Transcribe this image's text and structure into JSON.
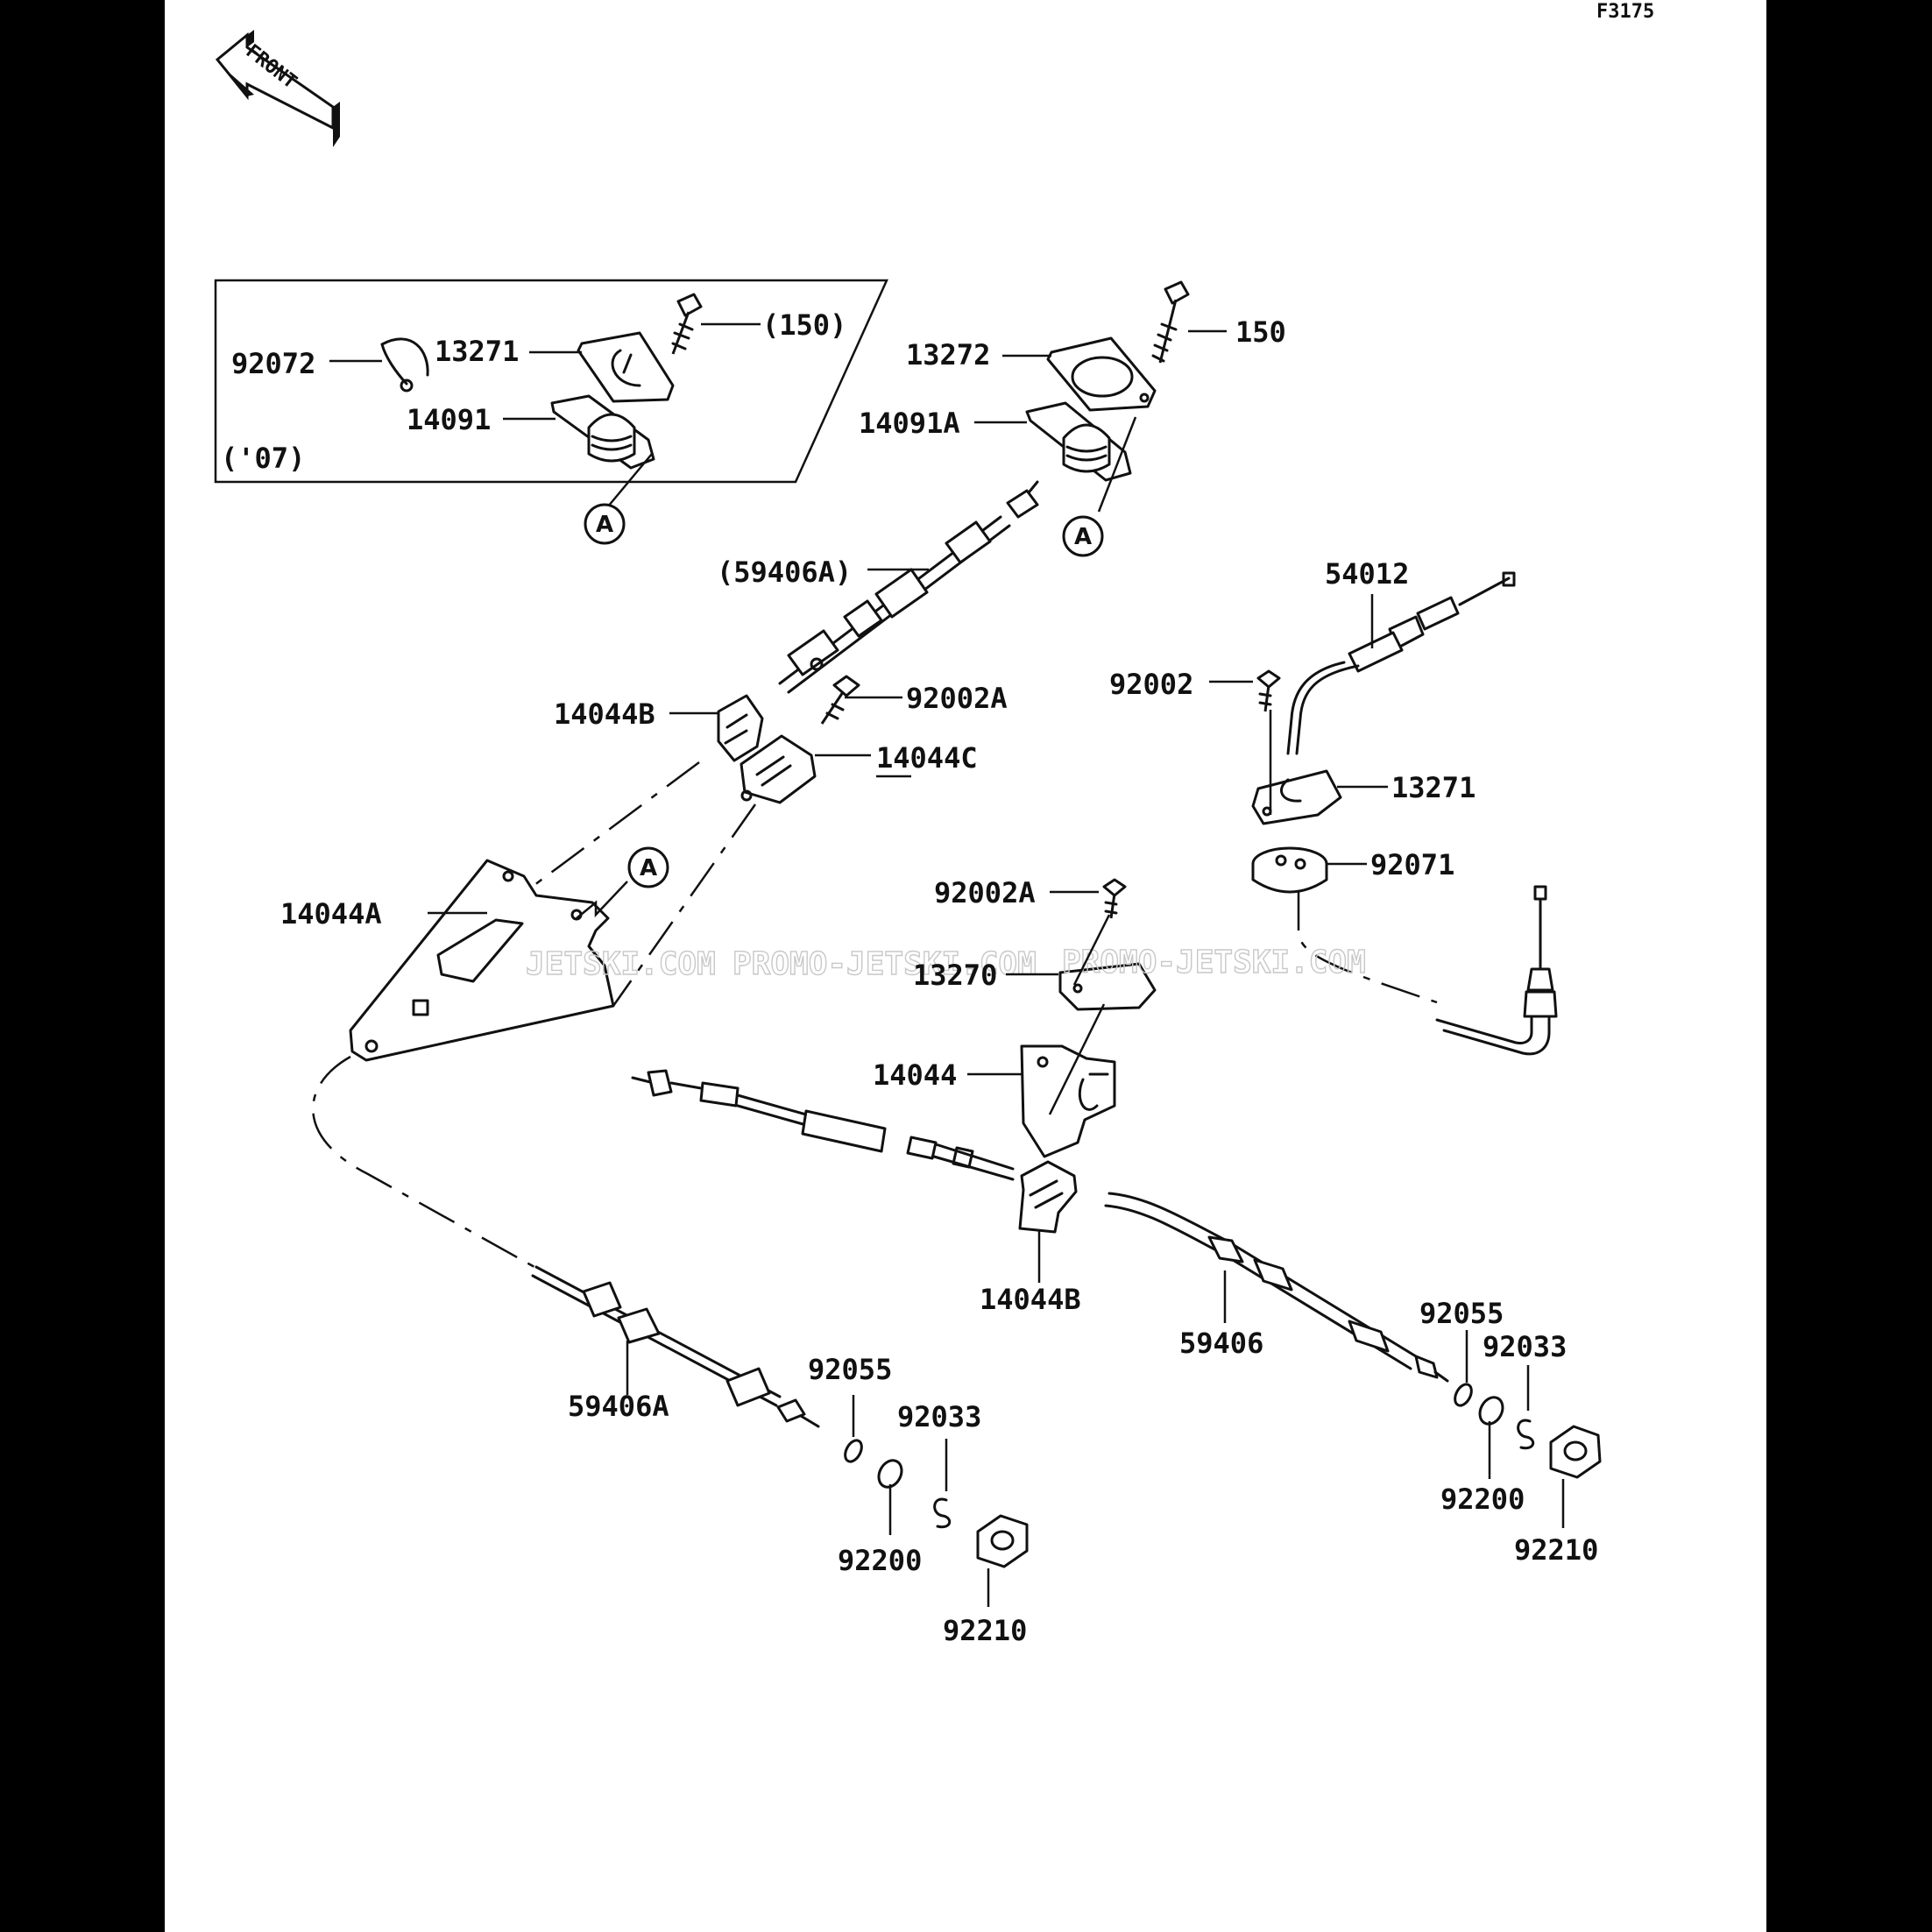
{
  "figure": {
    "ref": "F3175"
  },
  "front_badge": {
    "label": "FRONT"
  },
  "inset": {
    "year_note": "('07)"
  },
  "watermark": {
    "segments": [
      "JETSKI.COM",
      "PROMO-JETSKI.COM",
      "PROMO-JETSKI.COM"
    ]
  },
  "callouts": [
    {
      "id": "92072",
      "label": "92072"
    },
    {
      "id": "13271-inset",
      "label": "13271"
    },
    {
      "id": "150-inset",
      "label": "(150)"
    },
    {
      "id": "14091",
      "label": "14091"
    },
    {
      "id": "13272",
      "label": "13272"
    },
    {
      "id": "150",
      "label": "150"
    },
    {
      "id": "14091A",
      "label": "14091A"
    },
    {
      "id": "59406A-ref",
      "label": "(59406A)"
    },
    {
      "id": "54012",
      "label": "54012"
    },
    {
      "id": "92002",
      "label": "92002"
    },
    {
      "id": "14044B-top",
      "label": "14044B"
    },
    {
      "id": "92002A-top",
      "label": "92002A"
    },
    {
      "id": "14044C",
      "label": "14044C"
    },
    {
      "id": "13271",
      "label": "13271"
    },
    {
      "id": "92071",
      "label": "92071"
    },
    {
      "id": "14044A",
      "label": "14044A"
    },
    {
      "id": "92002A-mid",
      "label": "92002A"
    },
    {
      "id": "13270",
      "label": "13270"
    },
    {
      "id": "14044",
      "label": "14044"
    },
    {
      "id": "14044B-bottom",
      "label": "14044B"
    },
    {
      "id": "59406",
      "label": "59406"
    },
    {
      "id": "92055-right",
      "label": "92055"
    },
    {
      "id": "92033-right",
      "label": "92033"
    },
    {
      "id": "92200-right",
      "label": "92200"
    },
    {
      "id": "92210-right",
      "label": "92210"
    },
    {
      "id": "59406A",
      "label": "59406A"
    },
    {
      "id": "92055-left",
      "label": "92055"
    },
    {
      "id": "92033-left",
      "label": "92033"
    },
    {
      "id": "92200-left",
      "label": "92200"
    },
    {
      "id": "92210-left",
      "label": "92210"
    }
  ],
  "connectors": [
    {
      "id": "A-inset",
      "label": "A"
    },
    {
      "id": "A-right",
      "label": "A"
    },
    {
      "id": "A-bracket",
      "label": "A"
    }
  ]
}
